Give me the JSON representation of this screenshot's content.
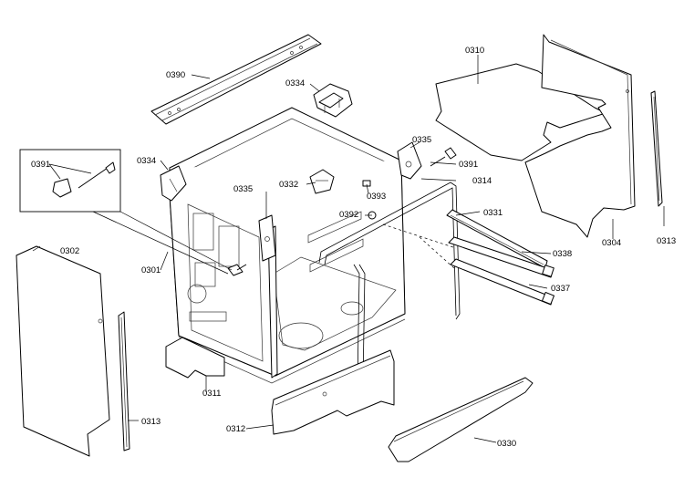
{
  "labels": {
    "l0390": "0390",
    "l0334a": "0334",
    "l0310": "0310",
    "l0391a": "0391",
    "l0334b": "0334",
    "l0335a": "0335",
    "l0391b": "0391",
    "l0332": "0332",
    "l0393": "0393",
    "l0335b": "0335",
    "l0314": "0314",
    "l0392": "0392",
    "l0331": "0331",
    "l0302": "0302",
    "l0301": "0301",
    "l0338": "0338",
    "l0304": "0304",
    "l0313a": "0313",
    "l0337": "0337",
    "l0311": "0311",
    "l0313b": "0313",
    "l0312": "0312",
    "l0330": "0330"
  }
}
